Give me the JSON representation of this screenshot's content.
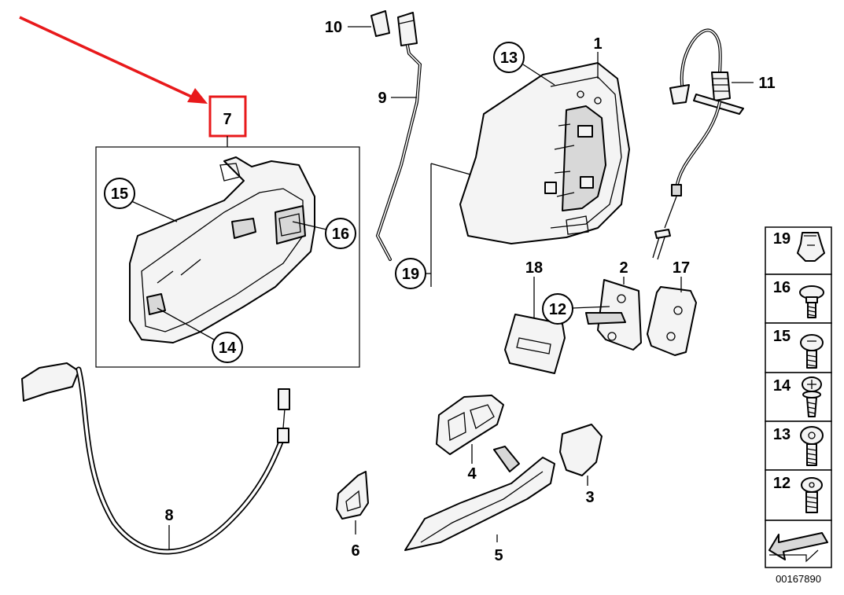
{
  "diagram": {
    "highlighted_part": "7",
    "parts": {
      "p1": "1",
      "p2": "2",
      "p3": "3",
      "p4": "4",
      "p5": "5",
      "p6": "6",
      "p7": "7",
      "p8": "8",
      "p9": "9",
      "p10": "10",
      "p11": "11",
      "p12": "12",
      "p13": "13",
      "p14": "14",
      "p15": "15",
      "p16": "16",
      "p17": "17",
      "p18": "18",
      "p19": "19"
    },
    "legend": [
      "19",
      "16",
      "15",
      "14",
      "13",
      "12"
    ],
    "diagram_id": "00167890",
    "colors": {
      "highlight": "#e8191b",
      "line": "#000000",
      "fill": "#f4f4f4"
    }
  }
}
